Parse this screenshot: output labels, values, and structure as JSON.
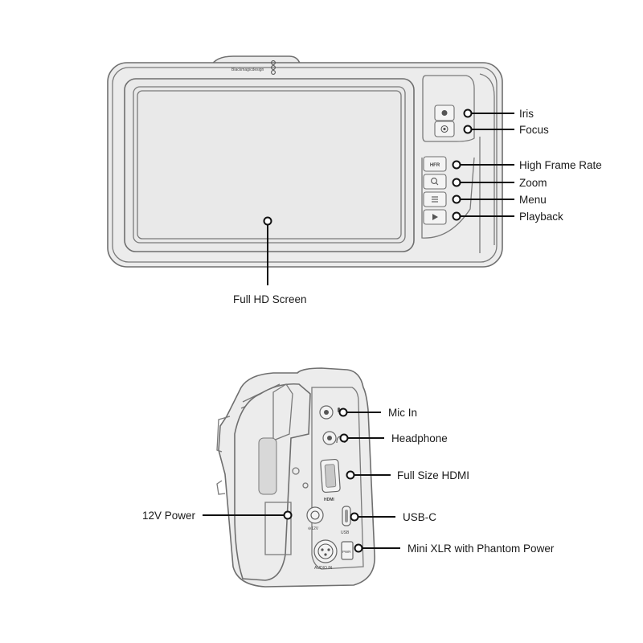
{
  "brand": "Blackmagicdesign",
  "back_view": {
    "callouts": {
      "iris": "Iris",
      "focus": "Focus",
      "high_frame_rate": "High Frame Rate",
      "zoom": "Zoom",
      "menu": "Menu",
      "playback": "Playback",
      "screen": "Full HD Screen"
    },
    "button_labels": {
      "hfr": "HFR"
    }
  },
  "side_view": {
    "callouts": {
      "mic_in": "Mic In",
      "headphone": "Headphone",
      "hdmi": "Full Size HDMI",
      "usb_c": "USB-C",
      "mini_xlr": "Mini XLR with Phantom Power",
      "power_12v": "12V Power"
    },
    "port_labels": {
      "hdmi": "HDMI",
      "usb": "USB",
      "power": "⊖12V",
      "audio_in": "AUDIO IN",
      "phantom": "PWR"
    }
  }
}
